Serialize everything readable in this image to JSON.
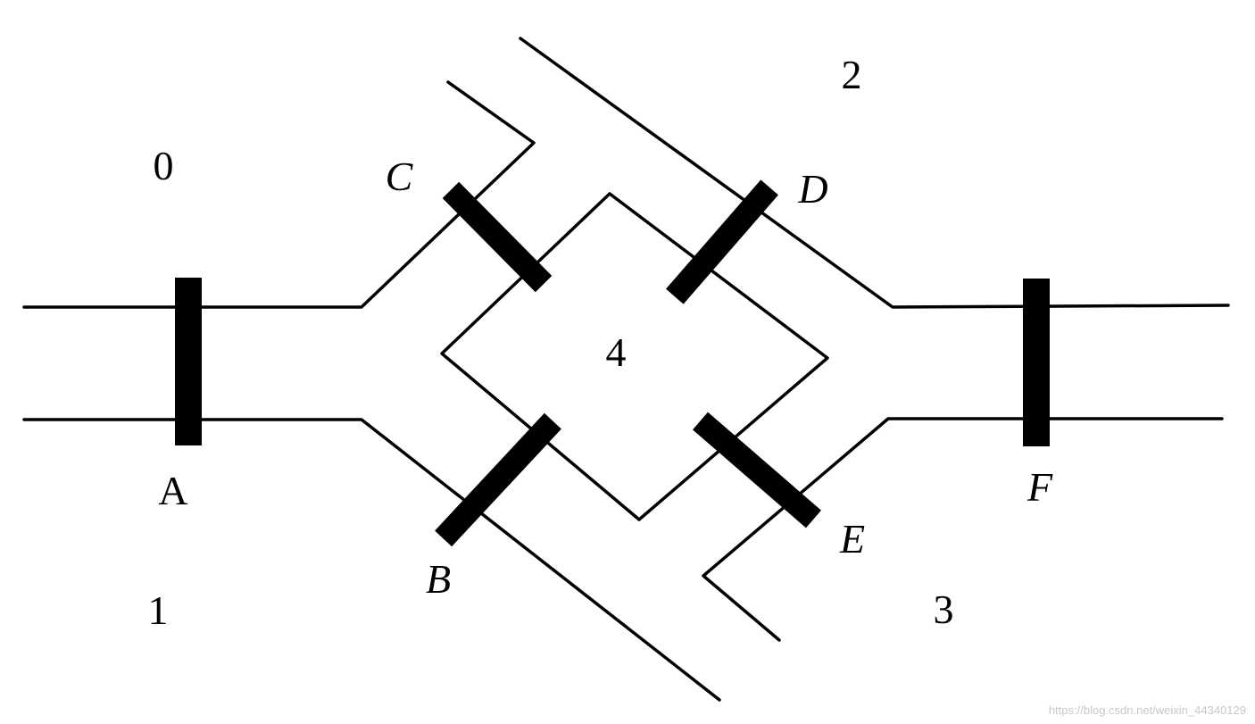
{
  "rooms": {
    "r0": "0",
    "r1": "1",
    "r2": "2",
    "r3": "3",
    "r4": "4"
  },
  "doors": {
    "A": "A",
    "B": "B",
    "C": "C",
    "D": "D",
    "E": "E",
    "F": "F"
  },
  "watermark": "https://blog.csdn.net/weixin_44340129",
  "colors": {
    "line": "#000000",
    "background": "#ffffff",
    "watermark": "#c8c8c8"
  }
}
